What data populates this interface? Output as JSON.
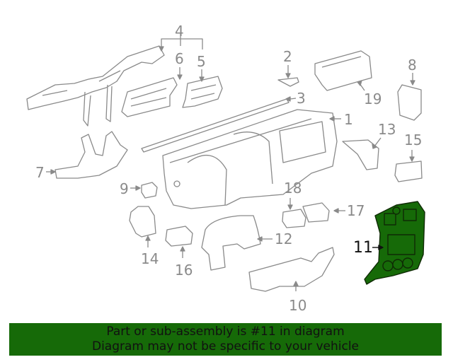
{
  "diagram": {
    "title": "Instrument panel parts diagram",
    "highlight_color": "#166a08",
    "line_color": "#8a8a8a",
    "highlighted_part": "11",
    "callouts": [
      {
        "id": "1",
        "label": "1"
      },
      {
        "id": "2",
        "label": "2"
      },
      {
        "id": "3",
        "label": "3"
      },
      {
        "id": "4",
        "label": "4"
      },
      {
        "id": "5",
        "label": "5"
      },
      {
        "id": "6",
        "label": "6"
      },
      {
        "id": "7",
        "label": "7"
      },
      {
        "id": "8",
        "label": "8"
      },
      {
        "id": "9",
        "label": "9"
      },
      {
        "id": "10",
        "label": "10"
      },
      {
        "id": "11",
        "label": "11"
      },
      {
        "id": "12",
        "label": "12"
      },
      {
        "id": "13",
        "label": "13"
      },
      {
        "id": "14",
        "label": "14"
      },
      {
        "id": "15",
        "label": "15"
      },
      {
        "id": "16",
        "label": "16"
      },
      {
        "id": "17",
        "label": "17"
      },
      {
        "id": "18",
        "label": "18"
      },
      {
        "id": "19",
        "label": "19"
      }
    ]
  },
  "banner": {
    "line1": "Part or sub-assembly is #11 in diagram",
    "line2": "Diagram may not be specific to your vehicle",
    "background": "#166a08"
  }
}
